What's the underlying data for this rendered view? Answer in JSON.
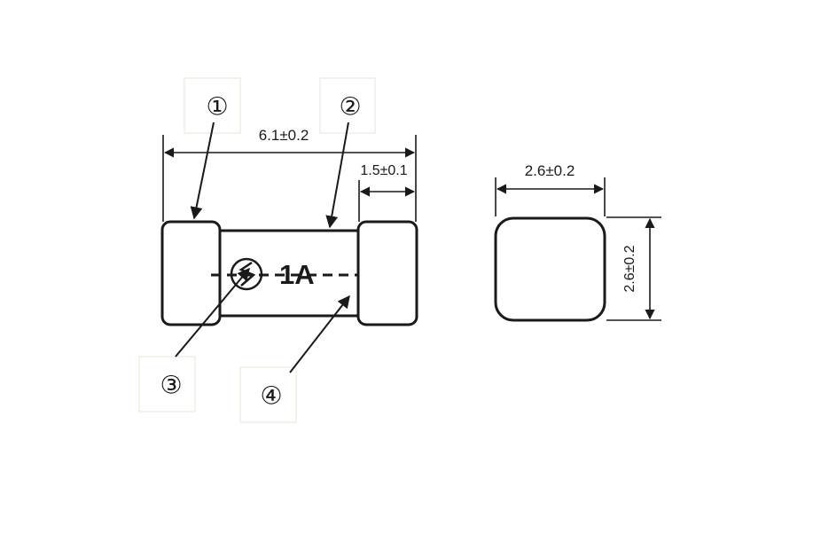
{
  "dimensions": {
    "total_length": "6.1±0.2",
    "cap_length": "1.5±0.1",
    "end_width": "2.6±0.2",
    "end_height": "2.6±0.2"
  },
  "marking": {
    "rating": "1A"
  },
  "callouts": [
    "①",
    "②",
    "③",
    "④"
  ],
  "colors": {
    "line": "#1a1a1a",
    "box_border": "#ece6d6"
  }
}
